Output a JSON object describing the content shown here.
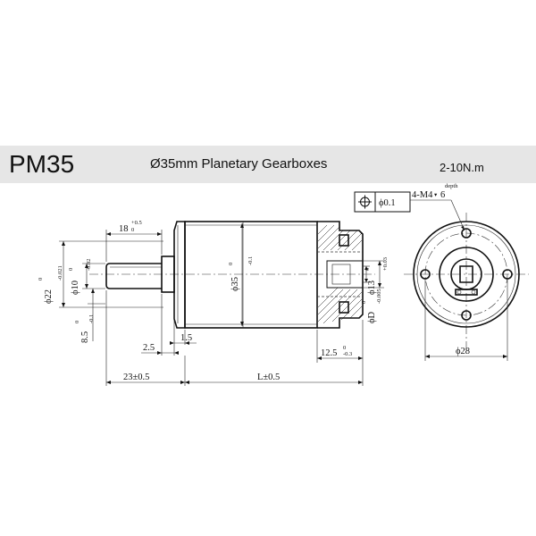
{
  "header": {
    "model": "PM35",
    "description": "Ø35mm Planetary Gearboxes",
    "torque": "2-10N.m"
  },
  "dimensions": {
    "shaft_length": "18",
    "shaft_length_tol_upper": "+0.5",
    "shaft_length_tol_lower": "0",
    "boss_diameter": "ϕ22",
    "boss_diameter_tol": "-0.021",
    "boss_diameter_tol_upper": "0",
    "shaft_diameter": "ϕ10",
    "shaft_diameter_tol": "-0.02",
    "shaft_diameter_tol_upper": "0",
    "flat_height": "8.5",
    "flat_height_tol": "-0.1",
    "flat_height_tol_upper": "0",
    "body_diameter": "ϕ35",
    "body_diameter_tol": "-0.1",
    "body_diameter_tol_upper": "0",
    "bore_diameter": "ϕ13",
    "bore_diameter_tol": "+0.03",
    "bore_diameter_tol_lower": "0",
    "input_diameter": "ϕD",
    "input_diameter_tol": "-0.005",
    "input_diameter_tol_upper": "0",
    "boss_length": "2.5",
    "flange_thickness": "1.5",
    "front_length": "23±0.5",
    "body_length": "L±0.5",
    "input_depth": "12.5",
    "input_depth_tol": "-0.3",
    "input_depth_tol_upper": "0",
    "pcd": "ϕ28",
    "holes": "4-M4",
    "hole_depth_sym": "▾",
    "hole_depth": "6",
    "depth_label": "depth",
    "position_tol": "ϕ0.1"
  }
}
